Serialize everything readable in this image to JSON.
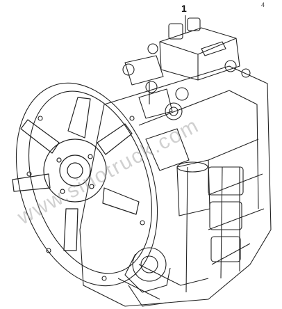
{
  "figure": {
    "callout_number": "1",
    "corner_mark": "4",
    "watermark_text": "www.sinotruck.com"
  },
  "colors": {
    "line": "#222222",
    "paper": "#ffffff",
    "watermark": "#969696"
  }
}
